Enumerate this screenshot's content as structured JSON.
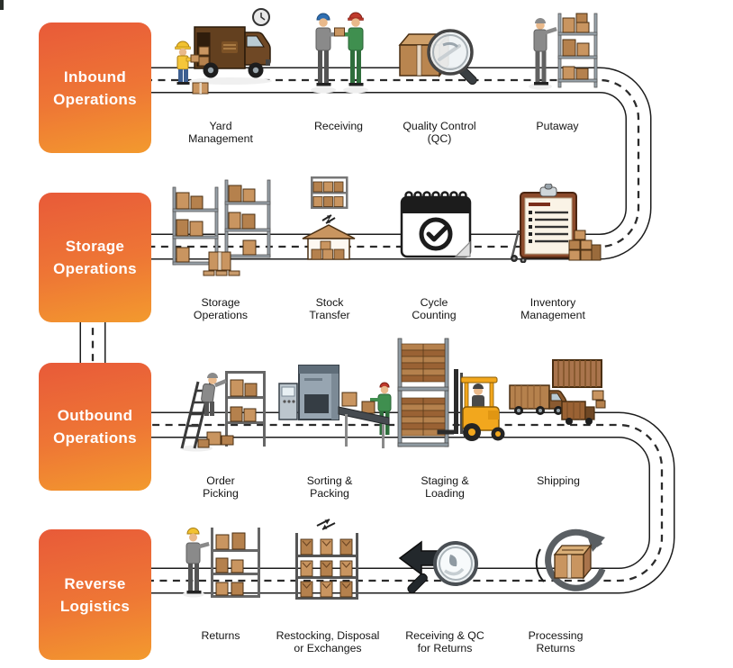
{
  "colors": {
    "section_gradient_top": "#e85a39",
    "section_gradient_bottom": "#f39a2e",
    "road_outline": "#1c1c1c",
    "road_dash": "#2b2b2b",
    "title_text": "#ffffff",
    "label_text": "#141414",
    "cardboard": "#c99560",
    "forklift_yellow": "#f2a71d"
  },
  "sections": [
    {
      "title": "Inbound Operations",
      "steps": [
        {
          "label": "Yard Management",
          "icon": "delivery-truck-clock"
        },
        {
          "label": "Receiving",
          "icon": "workers-handoff"
        },
        {
          "label": "Quality Control (QC)",
          "icon": "box-magnifier"
        },
        {
          "label": "Putaway",
          "icon": "worker-stocking-shelf"
        }
      ]
    },
    {
      "title": "Storage Operations",
      "steps": [
        {
          "label": "Storage Operations",
          "icon": "storage-racks-pallet"
        },
        {
          "label": "Stock Transfer",
          "icon": "shelf-warehouse-arrows"
        },
        {
          "label": "Cycle Counting",
          "icon": "calendar-check"
        },
        {
          "label": "Inventory Management",
          "icon": "clipboard-checklist-boxes"
        }
      ]
    },
    {
      "title": "Outbound Operations",
      "steps": [
        {
          "label": "Order Picking",
          "icon": "ladder-shelf-picker"
        },
        {
          "label": "Sorting & Packing",
          "icon": "conveyor-sorting-machine"
        },
        {
          "label": "Staging & Loading",
          "icon": "forklift-pallet-rack"
        },
        {
          "label": "Shipping",
          "icon": "trucks-containers"
        }
      ]
    },
    {
      "title": "Reverse Logistics",
      "steps": [
        {
          "label": "Returns",
          "icon": "worker-returns-shelf"
        },
        {
          "label": "Restocking, Disposal or Exchanges",
          "icon": "restock-shelf-recycle"
        },
        {
          "label": "Receiving & QC for Returns",
          "icon": "return-arrow-magnifier"
        },
        {
          "label": "Processing Returns",
          "icon": "box-circular-arrow"
        }
      ]
    }
  ]
}
